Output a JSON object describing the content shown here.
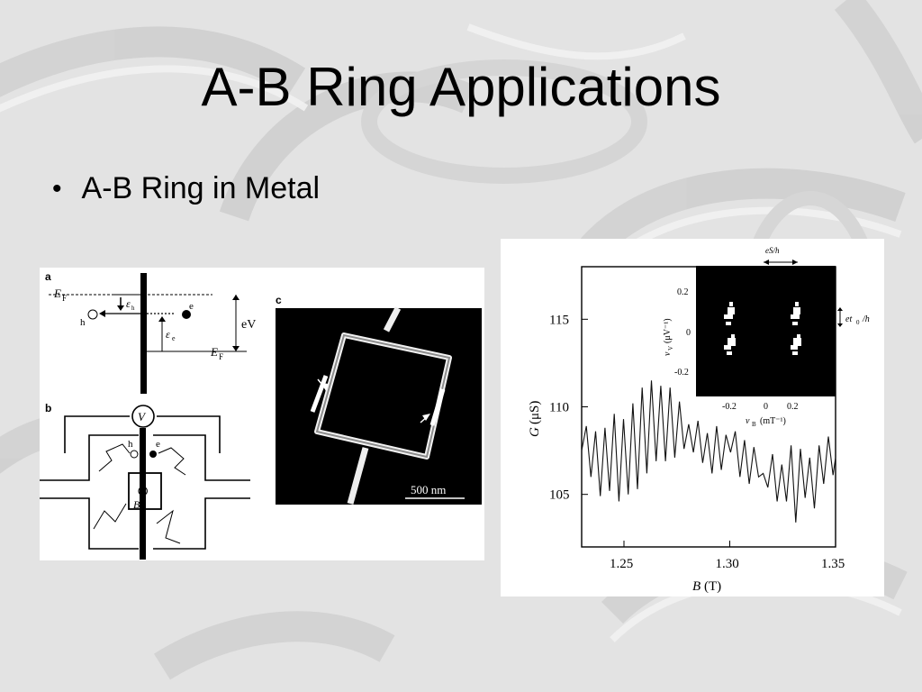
{
  "slide": {
    "title": "A-B Ring Applications",
    "bullets": [
      {
        "text": "A-B Ring in Metal"
      }
    ]
  },
  "figure_left": {
    "panel_labels": {
      "a": "a",
      "b": "b",
      "c": "c"
    },
    "panel_a": {
      "ef_left_main": "E",
      "ef_left_sub": "F",
      "ef_right_main": "E",
      "ef_right_sub": "F",
      "ev": "eV",
      "h_label": "h",
      "e_label": "e",
      "eps_h_main": "ε",
      "eps_h_sub": "h",
      "eps_e_main": "ε",
      "eps_e_sub": "e"
    },
    "panel_b": {
      "voltmeter": "V",
      "h_label": "h",
      "e_label": "e",
      "field_label": "B",
      "field_symbol": "⊗"
    },
    "panel_c": {
      "scale_bar": "500 nm"
    }
  },
  "figure_right": {
    "chart_data": {
      "type": "line",
      "xlabel_main": "B",
      "xlabel_unit": "(T)",
      "ylabel_main": "G",
      "ylabel_unit": "(μS)",
      "xlim": [
        1.23,
        1.35
      ],
      "ylim": [
        102,
        118
      ],
      "x_ticks": [
        1.25,
        1.3,
        1.35
      ],
      "x_tick_labels": [
        "1.25",
        "1.30",
        "1.35"
      ],
      "y_ticks": [
        105,
        110,
        115
      ],
      "y_tick_labels": [
        "105",
        "110",
        "115"
      ],
      "series": [
        {
          "x": [
            1.23,
            1.2322,
            1.2344,
            1.2366,
            1.2388,
            1.241,
            1.2432,
            1.2454,
            1.2476,
            1.2498,
            1.252,
            1.2542,
            1.2564,
            1.2586,
            1.2608,
            1.263,
            1.2652,
            1.2674,
            1.2696,
            1.2718,
            1.274,
            1.2762,
            1.2784,
            1.2806,
            1.2828,
            1.285,
            1.2872,
            1.2894,
            1.2916,
            1.2938,
            1.296,
            1.2982,
            1.3004,
            1.3026,
            1.3048,
            1.307,
            1.3092,
            1.3114,
            1.3136,
            1.3158,
            1.318,
            1.3202,
            1.3224,
            1.3246,
            1.3268,
            1.329,
            1.3312,
            1.3334,
            1.3356,
            1.3378,
            1.34,
            1.3422,
            1.3444,
            1.3466,
            1.3488,
            1.35
          ],
          "y": [
            107.5,
            108.9,
            106.0,
            108.6,
            104.9,
            108.8,
            105.2,
            109.6,
            104.6,
            109.3,
            105.0,
            110.2,
            105.3,
            111.1,
            106.2,
            111.5,
            106.9,
            111.2,
            106.9,
            111.1,
            107.1,
            110.3,
            107.6,
            109.0,
            107.4,
            109.2,
            106.8,
            108.5,
            106.2,
            108.9,
            106.4,
            108.4,
            107.4,
            108.6,
            106.0,
            108.1,
            105.6,
            107.7,
            106.0,
            106.2,
            105.4,
            107.3,
            104.6,
            106.7,
            104.6,
            107.8,
            103.4,
            107.6,
            104.8,
            107.1,
            104.2,
            107.8,
            105.6,
            108.3,
            106.1,
            107.1
          ]
        }
      ],
      "inset": {
        "title": "eS/h",
        "xlabel_main": "v",
        "xlabel_sub": "B",
        "xlabel_unit": "(mT⁻¹)",
        "ylabel_main": "v",
        "ylabel_sub": "V",
        "ylabel_unit": "(μV⁻¹)",
        "right_label": "et",
        "right_label_sub": "0",
        "right_label_tail": "/h",
        "x_tick_labels": [
          "-0.2",
          "0",
          "0.2"
        ],
        "y_tick_labels": [
          "0.2",
          "0",
          "-0.2"
        ]
      }
    }
  }
}
